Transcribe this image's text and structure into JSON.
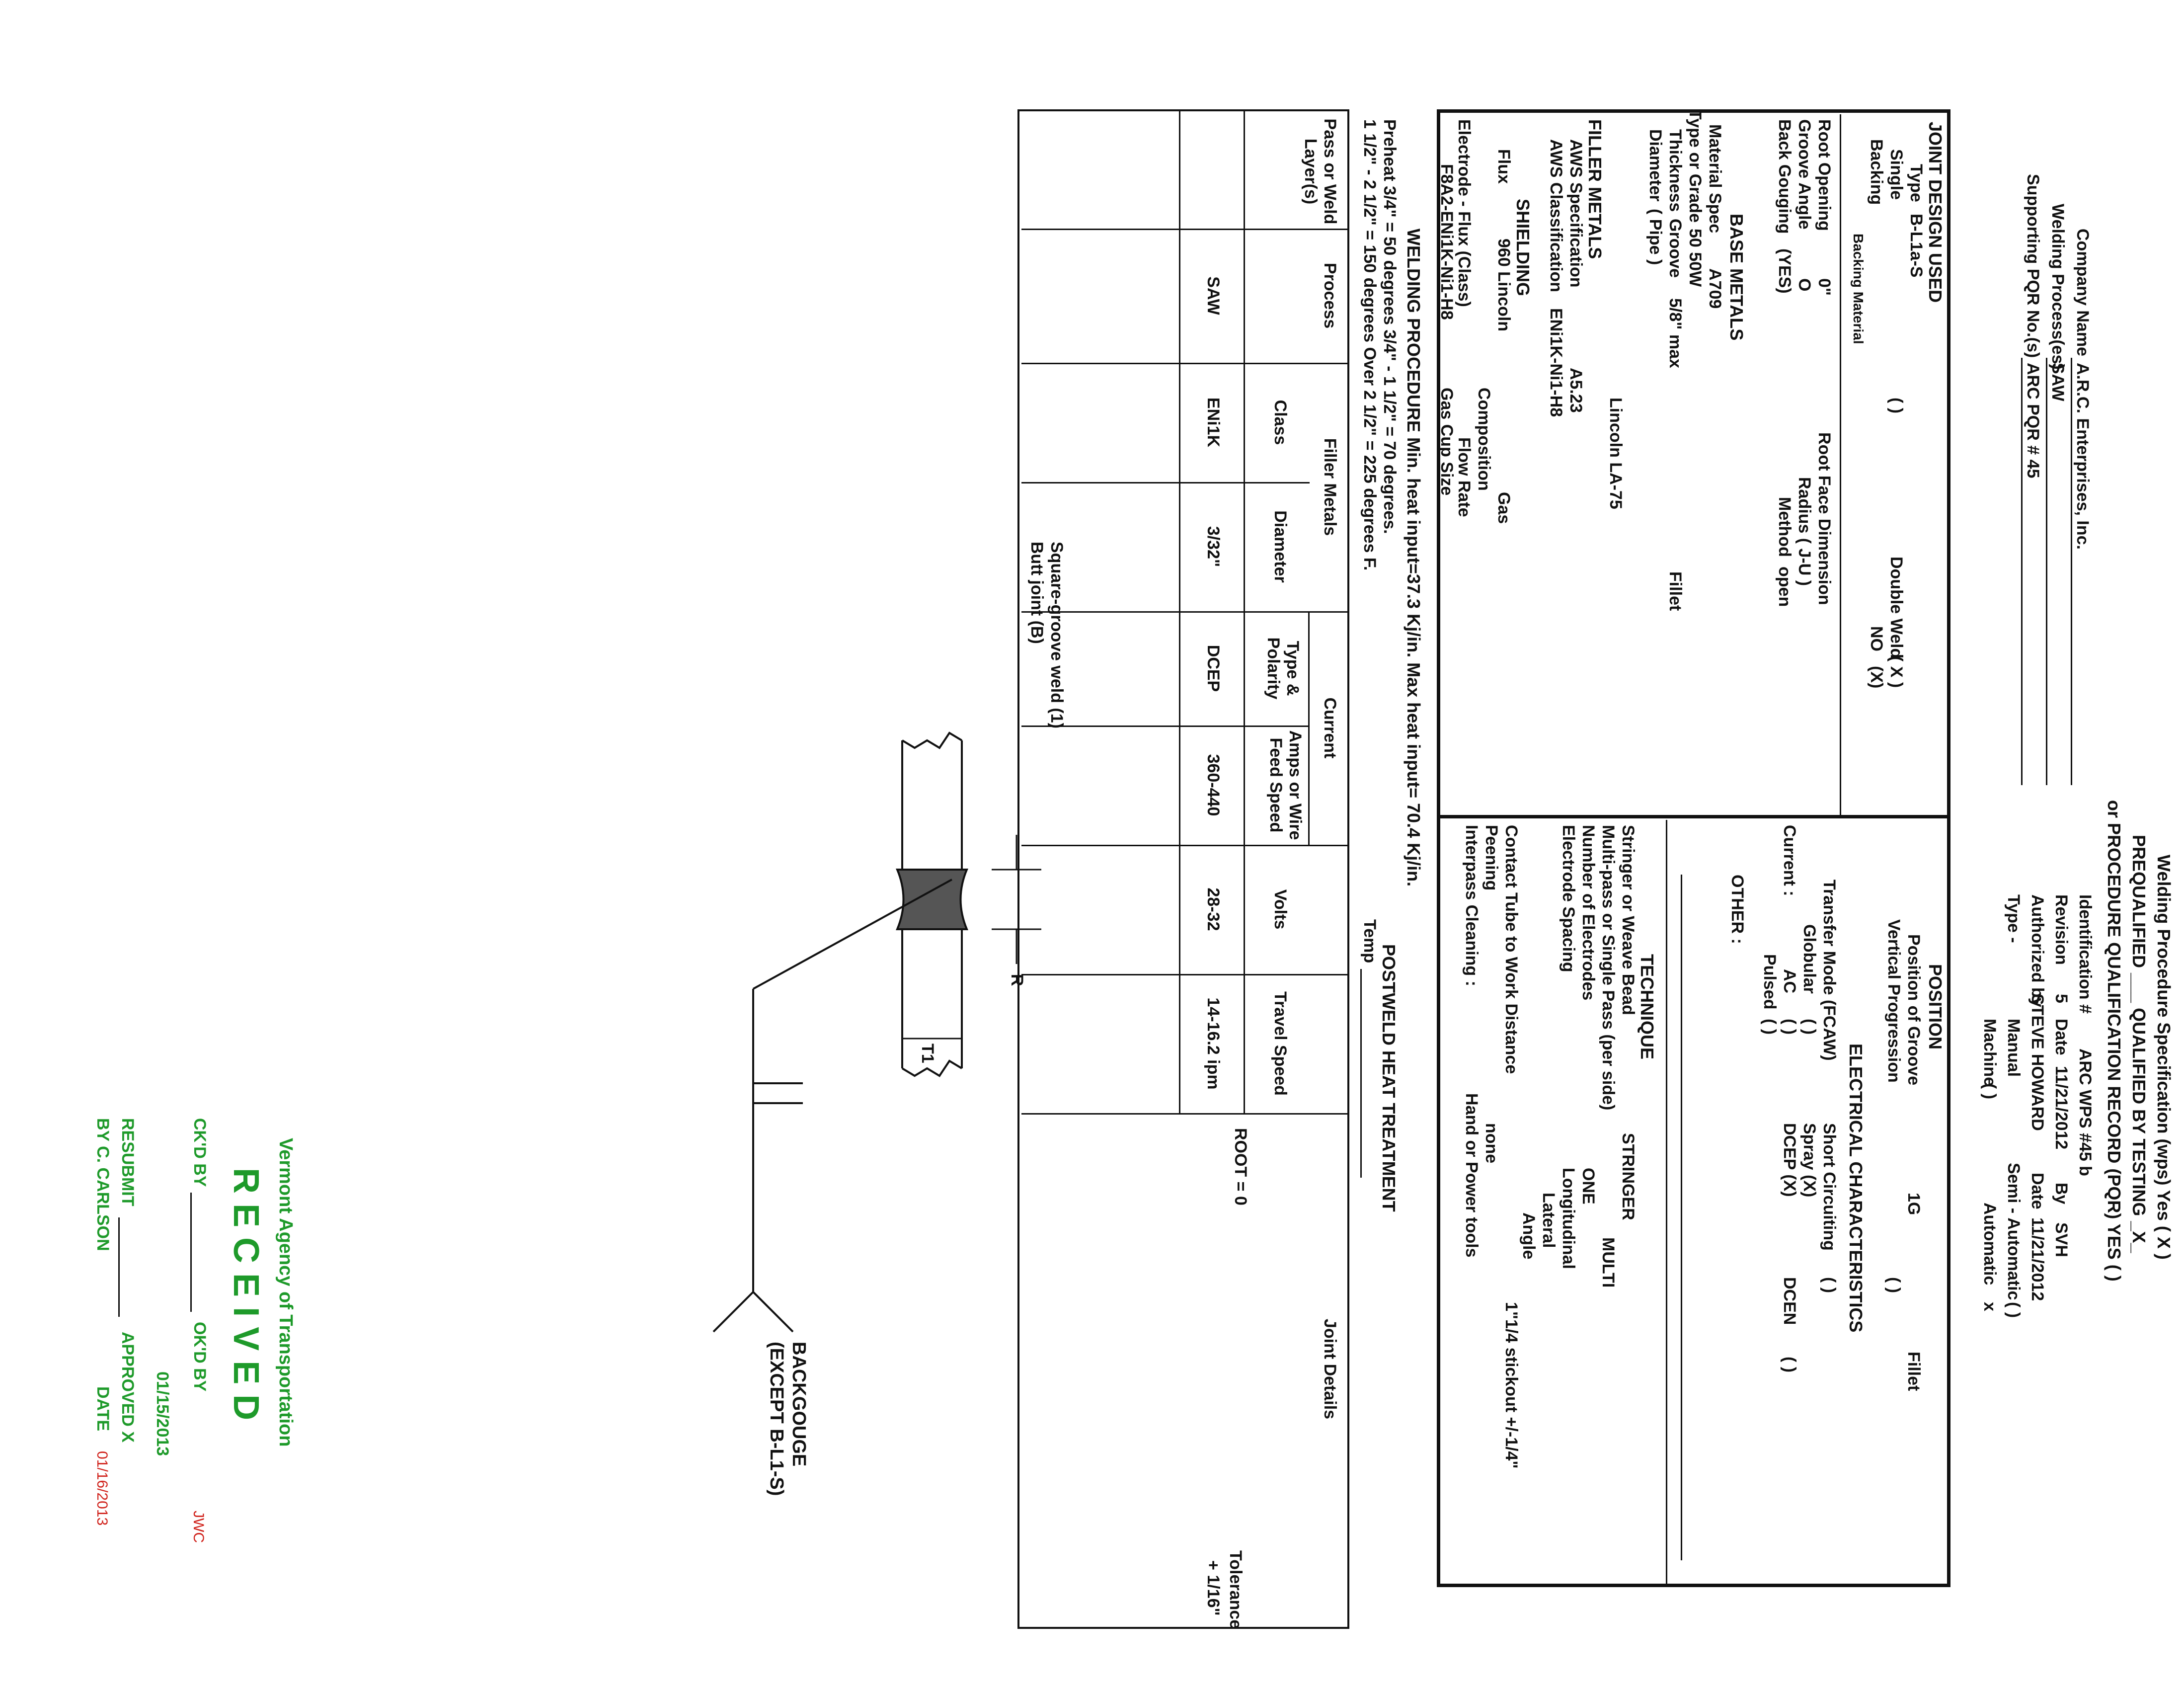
{
  "header": {
    "title": "Welding Procedure Specification (wps) Yes ( X )",
    "line2": "PREQUALIFIED ___ QUALIFIED BY TESTING _X_",
    "line3": "or PROCEDURE QUALIFICATION RECORD (PQR) YES ( )",
    "company_label": "Company Name",
    "company_value": "A.R.C. Enterprises, Inc.",
    "process_label": "Welding Process(es)",
    "process_value": "SAW",
    "pqr_label": "Supporting PQR No.(s)",
    "pqr_value": "ARC PQR # 45",
    "id_label": "Identification #",
    "id_value": "ARC WPS #45 b",
    "revision_label": "Revision",
    "revision_value": "5",
    "date_label": "Date",
    "date_value": "11/21/2012",
    "by_label": "By",
    "by_value": "SVH",
    "authorized_label": "Authorized by",
    "authorized_value": "STEVE HOWARD",
    "date2_label": "Date",
    "date2_value": "11/21/2012",
    "type_label": "Type -",
    "manual": "Manual",
    "semi": "Semi - Automatic",
    "semi_val": "( )",
    "machine": "Machine",
    "machine_val": "( )",
    "automatic": "Automatic",
    "automatic_val": "x"
  },
  "joint": {
    "heading": "JOINT DESIGN USED",
    "type_label": "Type",
    "type_value": "B-L1a-S",
    "single_label": "Single",
    "single_val": "( )",
    "double_label": "Double Weld",
    "double_val": "( X )",
    "backing_label": "Backing",
    "backing_val": "NO",
    "backing_x": "(X)",
    "backing_material": "Backing Material",
    "root_opening_label": "Root Opening",
    "root_opening_val": "0\"",
    "root_face_label": "Root Face Dimension",
    "groove_angle_label": "Groove Angle",
    "groove_angle_val": "O",
    "radius_label": "Radius ( J-U )",
    "back_gouging_label": "Back Gouging",
    "back_gouging_val": "(YES)",
    "method_label": "Method",
    "method_val": "open"
  },
  "base": {
    "heading": "BASE METALS",
    "material_label": "Material Spec",
    "material_val": "A709",
    "grade_label": "Type or Grade",
    "grade_val": "50  50W",
    "thickness_label": "Thickness",
    "groove_label": "Groove",
    "groove_val": "5/8\" max",
    "fillet_label": "Fillet",
    "diameter_label": "Diameter",
    "diameter_val": "( Pipe )"
  },
  "filler": {
    "heading": "FILLER METALS",
    "spec_label": "AWS Specification",
    "spec_val": "A5.23",
    "class_label": "AWS Classification",
    "class_val": "ENi1K-Ni1-H8",
    "brand": "Lincoln LA-75"
  },
  "shielding": {
    "heading": "SHIELDING",
    "flux_label": "Flux",
    "flux_val": "960  Lincoln",
    "gas_label": "Gas",
    "composition": "Composition",
    "flow_rate": "Flow Rate",
    "electrode_label": "Electrode - Flux (Class)",
    "electrode_val": "F8A2-ENi1K-Ni1-H8",
    "cup_label": "Gas Cup Size"
  },
  "position": {
    "heading": "POSITION",
    "groove_label": "Position of Groove",
    "groove_val": "1G",
    "fillet_label": "Fillet",
    "vertical_label": "Vertical Progression",
    "vertical_val": "( )"
  },
  "electrical": {
    "heading": "ELECTRICAL CHARACTERISTICS",
    "transfer_label": "Transfer Mode (FCAW)",
    "short": "Short Circuiting",
    "short_val": "( )",
    "globular": "Globular",
    "globular_val": "( )",
    "spray": "Spray (X)",
    "current_label": "Current :",
    "ac": "AC",
    "ac_val": "( )",
    "dcep": "DCEP (X)",
    "dcen": "DCEN",
    "dcen_val": "( )",
    "pulsed": "Pulsed",
    "pulsed_val": "( )",
    "other": "OTHER :"
  },
  "technique": {
    "heading": "TECHNIQUE",
    "stringer_label": "Stringer or Weave Bead",
    "stringer_val": "STRINGER",
    "multipass_label": "Multi-pass or Single Pass (per side)",
    "multipass_val": "MULTI",
    "electrodes_label": "Number of Electrodes",
    "electrodes_val": "ONE",
    "spacing_label": "Electrode Spacing",
    "longitudinal": "Longitudinal",
    "lateral": "Lateral",
    "angle": "Angle",
    "contact_label": "Contact Tube to Work Distance",
    "contact_val": "1\"1/4 stickout +/-1/4\"",
    "peening_label": "Peening",
    "peening_val": "none",
    "interpass_label": "Interpass Cleaning :",
    "interpass_val": "Hand or Power tools"
  },
  "postweld": {
    "heading": "POSTWELD HEAT TREATMENT",
    "temp_label": "Temp"
  },
  "procedure": {
    "heading": "WELDING PROCEDURE Min. heat input=37.3 Kj/in.  Max heat input= 70.4 Kj/in.",
    "preheat1": "Preheat 3/4\" = 50 degrees 3/4\" - 1 1/2\" = 70 degrees.",
    "preheat2": "1 1/2\" - 2 1/2\" = 150 degrees  Over 2 1/2\" = 225 degrees F.",
    "col_pass": "Pass or Weld Layer(s)",
    "col_process": "Process",
    "group_filler": "Filler Metals",
    "col_class": "Class",
    "col_diameter": "Diameter",
    "group_current": "Current",
    "col_type": "Type & Polarity",
    "col_amps": "Amps or Wire Feed Speed",
    "col_volts": "Volts",
    "col_travel": "Travel Speed",
    "col_joint": "Joint Details",
    "row": {
      "pass": "",
      "process": "SAW",
      "class": "ENi1K",
      "diameter": "3/32\"",
      "type": "DCEP",
      "amps": "360-440",
      "volts": "28-32",
      "travel": "14-16.2 ipm"
    },
    "root": "ROOT = 0",
    "tolerance_label": "Tolerance",
    "tolerance_val": "+ 1/16\""
  },
  "diagram": {
    "caption1": "Square-groove weld (1)",
    "caption2": "Butt joint (B)",
    "r_label": "R",
    "t_label": "T1",
    "backgouge1": "BACKGOUGE",
    "backgouge2": "(EXCEPT B-L1-S)"
  },
  "stamp": {
    "agency": "Vermont Agency of Transportation",
    "received": "R E C E I V E D",
    "ckd": "CK'D BY",
    "okd": "OK'D BY",
    "okd_val": "JWC",
    "date_received": "01/15/2013",
    "resubmit": "RESUBMIT",
    "approved": "APPROVED X",
    "by": "BY  C. CARLSON",
    "date_label": "DATE",
    "date_val": "01/16/2013",
    "green": "#1e9a2a",
    "red": "#d0221b"
  }
}
